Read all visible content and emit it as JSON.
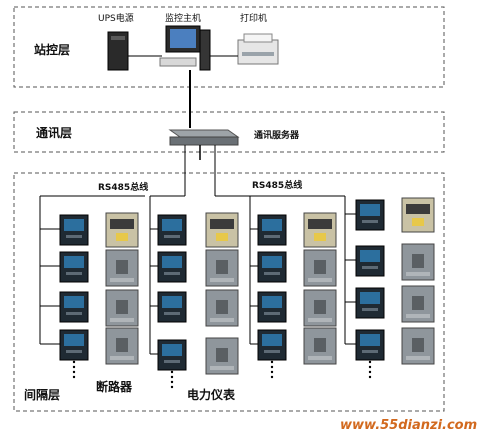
{
  "layers": {
    "station": "站控层",
    "comm": "通讯层",
    "bay": "间隔层"
  },
  "devices": {
    "ups": "UPS电源",
    "host": "监控主机",
    "printer": "打印机",
    "server": "通讯服务器"
  },
  "buses": {
    "left": "RS485总线",
    "right": "RS485总线"
  },
  "bay_labels": {
    "breaker": "断路器",
    "meter": "电力仪表"
  },
  "watermark": "www.55dianzi.com",
  "colors": {
    "border_dash": "#555555",
    "line": "#000000",
    "meter_body": "#1f2a33",
    "meter_screen": "#2c6f9e",
    "breaker_body": "#8f969c",
    "acb_body": "#c9c2a5",
    "watermark": "#d2691e"
  }
}
